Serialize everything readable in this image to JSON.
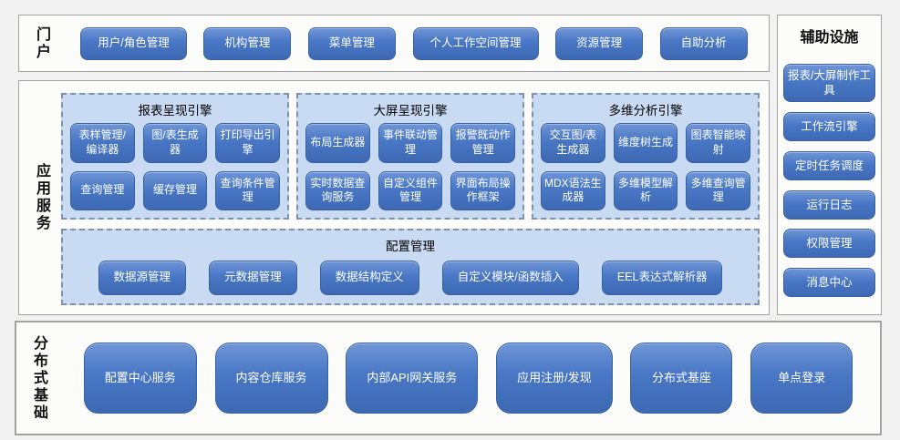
{
  "portal": {
    "label": "门户",
    "items": [
      "用户/角色管理",
      "机构管理",
      "菜单管理",
      "个人工作空间管理",
      "资源管理",
      "自助分析"
    ]
  },
  "app_services": {
    "label": "应用服务",
    "groups": [
      {
        "title": "报表呈现引擎",
        "items": [
          "表样管理/编译器",
          "图/表生成器",
          "打印导出引擎",
          "查询管理",
          "缓存管理",
          "查询条件管理"
        ]
      },
      {
        "title": "大屏呈现引擎",
        "items": [
          "布局生成器",
          "事件联动管理",
          "报警既动作管理",
          "实时数据查询服务",
          "自定义组件管理",
          "界面布局操作框架"
        ]
      },
      {
        "title": "多维分析引擎",
        "items": [
          "交互图/表生成器",
          "维度树生成",
          "图表智能映射",
          "MDX语法生成器",
          "多维模型解析",
          "多维查询管理"
        ]
      }
    ],
    "config": {
      "title": "配置管理",
      "items": [
        "数据源管理",
        "元数据管理",
        "数据结构定义",
        "自定义模块/函数插入",
        "EEL表达式解析器"
      ]
    }
  },
  "auxiliary": {
    "label": "辅助设施",
    "items": [
      "报表/大屏制作工具",
      "工作流引擎",
      "定时任务调度",
      "运行日志",
      "权限管理",
      "消息中心"
    ]
  },
  "foundation": {
    "label": "分布式基础",
    "items": [
      "配置中心服务",
      "内容仓库服务",
      "内部API网关服务",
      "应用注册/发现",
      "分布式基座",
      "单点登录"
    ]
  },
  "colors": {
    "button_blue": "#4472C4",
    "panel_blue": "#C9DAF3",
    "background": "#F2F2F2"
  }
}
